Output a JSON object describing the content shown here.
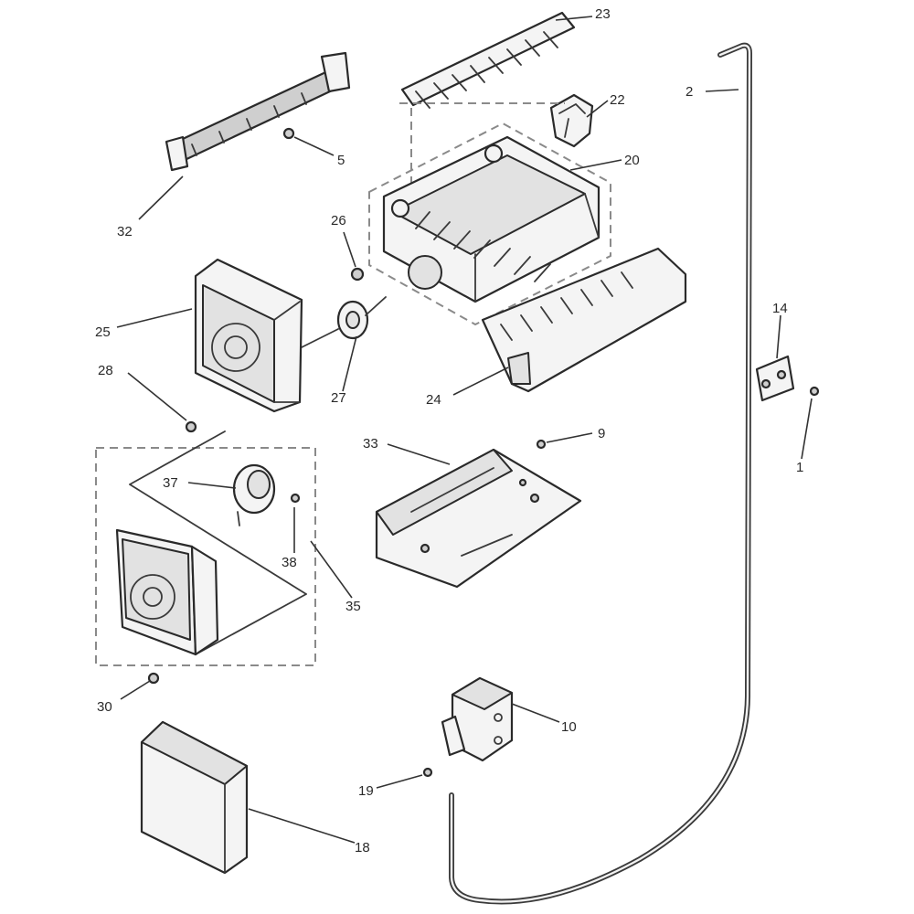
{
  "diagram": {
    "callouts": {
      "c1": "1",
      "c2": "2",
      "c5": "5",
      "c9": "9",
      "c10": "10",
      "c14": "14",
      "c18": "18",
      "c19": "19",
      "c20": "20",
      "c22": "22",
      "c23": "23",
      "c24": "24",
      "c25": "25",
      "c26": "26",
      "c27": "27",
      "c28": "28",
      "c30": "30",
      "c32": "32",
      "c33": "33",
      "c35": "35",
      "c37": "37",
      "c38": "38"
    }
  }
}
